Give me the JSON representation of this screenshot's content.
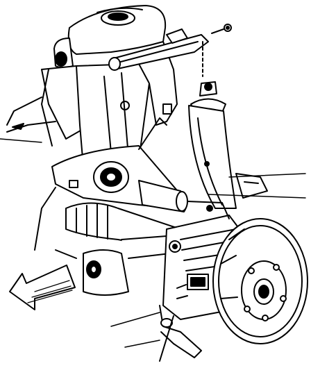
{
  "figure": {
    "ink_color": "#000000",
    "paper_color": "#ffffff",
    "parts": {
      "frame_crossmember": "frame-crossmember",
      "upper_control_arm": "upper-control-arm",
      "bolt": "bolt",
      "upper_ball_joint": "upper-ball-joint",
      "steering_knuckle": "steering-knuckle",
      "lower_control_arm": "lower-control-arm",
      "drive_axle": "drive-axle",
      "shock_absorber": "shock-absorber",
      "brake_caliper": "brake-caliper",
      "brake_rotor": "brake-rotor",
      "wheel_hub": "wheel-hub",
      "direction_arrow": "direction-arrow"
    }
  }
}
